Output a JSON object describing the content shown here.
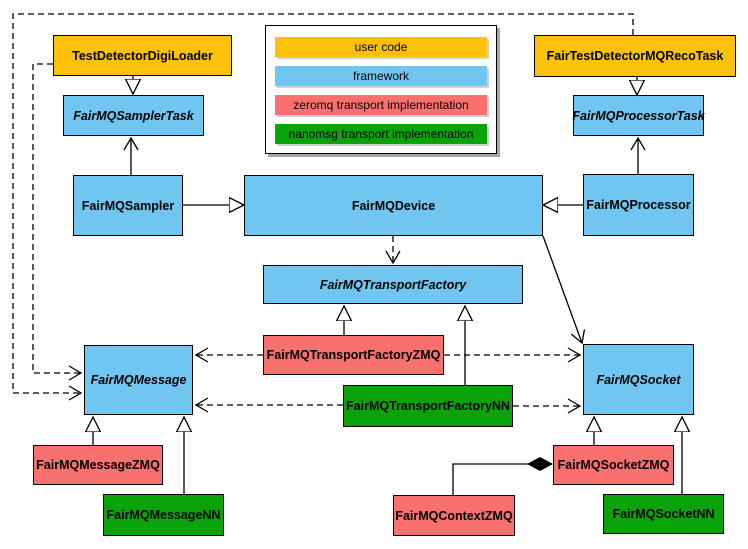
{
  "colors": {
    "user_code": "#FCC10A",
    "framework": "#70C6F0",
    "zeromq": "#F8716F",
    "nanomsg": "#0AA30A",
    "line": "#000000",
    "background": "#FFFFFF"
  },
  "legend": {
    "items": [
      {
        "label": "user code",
        "color": "#FCC10A"
      },
      {
        "label": "framework",
        "color": "#70C6F0"
      },
      {
        "label": "zeromq transport implementation",
        "color": "#F8716F"
      },
      {
        "label": "nanomsg transport implementation",
        "color": "#0AA30A"
      }
    ]
  },
  "nodes": {
    "digiLoader": {
      "label": "TestDetectorDigiLoader",
      "color": "#FCC10A",
      "abstract": false
    },
    "recoTask": {
      "label": "FairTestDetectorMQRecoTask",
      "color": "#FCC10A",
      "abstract": false
    },
    "samplerTask": {
      "label": "FairMQSamplerTask",
      "color": "#70C6F0",
      "abstract": true
    },
    "processorTask": {
      "label": "FairMQProcessorTask",
      "color": "#70C6F0",
      "abstract": true
    },
    "sampler": {
      "label": "FairMQSampler",
      "color": "#70C6F0",
      "abstract": false
    },
    "device": {
      "label": "FairMQDevice",
      "color": "#70C6F0",
      "abstract": false
    },
    "processor": {
      "label": "FairMQProcessor",
      "color": "#70C6F0",
      "abstract": false
    },
    "transportFactory": {
      "label": "FairMQTransportFactory",
      "color": "#70C6F0",
      "abstract": true
    },
    "transportFactoryZMQ": {
      "label": "FairMQTransportFactoryZMQ",
      "color": "#F8716F",
      "abstract": false
    },
    "transportFactoryNN": {
      "label": "FairMQTransportFactoryNN",
      "color": "#0AA30A",
      "abstract": false
    },
    "message": {
      "label": "FairMQMessage",
      "color": "#70C6F0",
      "abstract": true
    },
    "socket": {
      "label": "FairMQSocket",
      "color": "#70C6F0",
      "abstract": true
    },
    "messageZMQ": {
      "label": "FairMQMessageZMQ",
      "color": "#F8716F",
      "abstract": false
    },
    "messageNN": {
      "label": "FairMQMessageNN",
      "color": "#0AA30A",
      "abstract": false
    },
    "contextZMQ": {
      "label": "FairMQContextZMQ",
      "color": "#F8716F",
      "abstract": false
    },
    "socketZMQ": {
      "label": "FairMQSocketZMQ",
      "color": "#F8716F",
      "abstract": false
    },
    "socketNN": {
      "label": "FairMQSocketNN",
      "color": "#0AA30A",
      "abstract": false
    }
  },
  "edges": [
    {
      "from": "TestDetectorDigiLoader",
      "to": "FairMQSamplerTask",
      "type": "inheritance"
    },
    {
      "from": "FairTestDetectorMQRecoTask",
      "to": "FairMQProcessorTask",
      "type": "inheritance"
    },
    {
      "from": "FairMQSampler",
      "to": "FairMQSamplerTask",
      "type": "inheritance"
    },
    {
      "from": "FairMQProcessor",
      "to": "FairMQProcessorTask",
      "type": "inheritance"
    },
    {
      "from": "FairMQSampler",
      "to": "FairMQDevice",
      "type": "inheritance"
    },
    {
      "from": "FairMQProcessor",
      "to": "FairMQDevice",
      "type": "inheritance"
    },
    {
      "from": "FairMQDevice",
      "to": "FairMQTransportFactory",
      "type": "dependency"
    },
    {
      "from": "FairMQDevice",
      "to": "FairMQSocket",
      "type": "association"
    },
    {
      "from": "FairMQTransportFactoryZMQ",
      "to": "FairMQTransportFactory",
      "type": "inheritance"
    },
    {
      "from": "FairMQTransportFactoryNN",
      "to": "FairMQTransportFactory",
      "type": "inheritance"
    },
    {
      "from": "FairMQTransportFactoryZMQ",
      "to": "FairMQMessage",
      "type": "dependency"
    },
    {
      "from": "FairMQTransportFactoryZMQ",
      "to": "FairMQSocket",
      "type": "dependency"
    },
    {
      "from": "FairMQTransportFactoryNN",
      "to": "FairMQMessage",
      "type": "dependency"
    },
    {
      "from": "FairMQTransportFactoryNN",
      "to": "FairMQSocket",
      "type": "dependency"
    },
    {
      "from": "TestDetectorDigiLoader",
      "to": "FairMQMessage",
      "type": "dependency"
    },
    {
      "from": "FairTestDetectorMQRecoTask",
      "to": "FairMQMessage",
      "type": "dependency"
    },
    {
      "from": "FairMQMessageZMQ",
      "to": "FairMQMessage",
      "type": "inheritance"
    },
    {
      "from": "FairMQMessageNN",
      "to": "FairMQMessage",
      "type": "inheritance"
    },
    {
      "from": "FairMQSocketZMQ",
      "to": "FairMQSocket",
      "type": "inheritance"
    },
    {
      "from": "FairMQSocketNN",
      "to": "FairMQSocket",
      "type": "inheritance"
    },
    {
      "from": "FairMQContextZMQ",
      "to": "FairMQSocketZMQ",
      "type": "composition"
    }
  ]
}
